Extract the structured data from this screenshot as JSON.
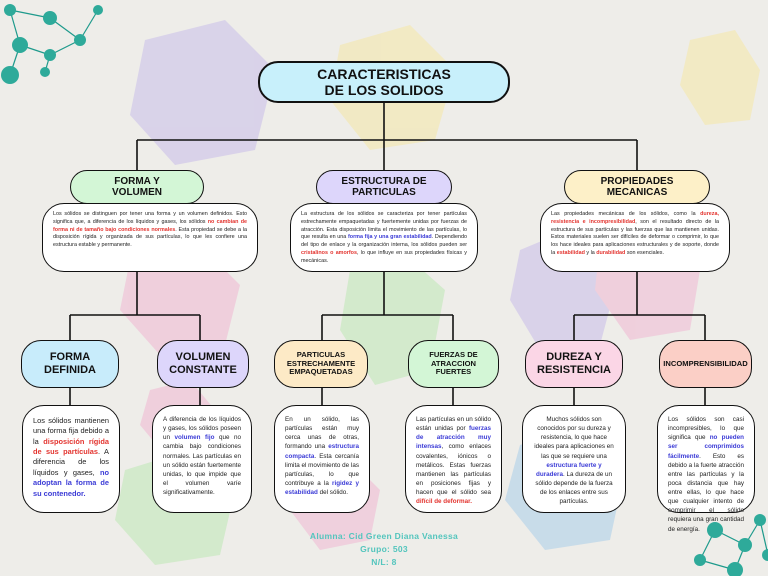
{
  "title": {
    "line1": "CARACTERISTICAS",
    "line2": "DE LOS SOLIDOS"
  },
  "level1": [
    {
      "label_line1": "FORMA Y",
      "label_line2": "VOLUMEN",
      "color": "#d3f6d6",
      "description": [
        {
          "t": "Los sólidos se distinguen por tener una forma y un volumen definidos. Esto significa que, a diferencia de los líquidos y gases, los sólidos "
        },
        {
          "t": "no cambian de forma ni de tamaño bajo condiciones normales",
          "c": "r"
        },
        {
          "t": ". Esta propiedad se debe a la disposición rígida y organizada de sus partículas, lo que les confiere una estructura estable y permanente."
        }
      ]
    },
    {
      "label_line1": "ESTRUCTURA DE",
      "label_line2": "PARTICULAS",
      "color": "#ddd6fb",
      "description": [
        {
          "t": "La estructura de los sólidos se caracteriza por tener partículas estrechamente empaquetadas y fuertemente unidas por fuerzas de atracción. Esta disposición limita el movimiento de las partículas, lo que resulta en una "
        },
        {
          "t": "forma fija y una gran estabilidad",
          "c": "b"
        },
        {
          "t": ". Dependiendo del tipo de enlace y la organización interna, los sólidos pueden ser "
        },
        {
          "t": "cristalinos o amorfos",
          "c": "r"
        },
        {
          "t": ", lo que influye en sus propiedades físicas y mecánicas."
        }
      ]
    },
    {
      "label_line1": "PROPIEDADES",
      "label_line2": "MECANICAS",
      "color": "#fdf0c8",
      "description": [
        {
          "t": "Las propiedades mecánicas de los sólidos, como la "
        },
        {
          "t": "dureza, resistencia e incompresibilidad",
          "c": "r"
        },
        {
          "t": ", son el resultado directo de la estructura de sus partículas y las fuerzas que las mantienen unidas. Estos materiales suelen ser difíciles de deformar o comprimir, lo que los hace ideales para aplicaciones estructurales y de soporte, donde la "
        },
        {
          "t": "estabilidad",
          "c": "r"
        },
        {
          "t": " y la "
        },
        {
          "t": "durabilidad",
          "c": "r"
        },
        {
          "t": " son esenciales."
        }
      ]
    }
  ],
  "level2": [
    {
      "label_line1": "FORMA",
      "label_line2": "DEFINIDA",
      "color": "#c8ecfb",
      "text": [
        {
          "t": "Los sólidos mantienen una forma fija debido a la "
        },
        {
          "t": "disposición rígida de sus partículas",
          "c": "r"
        },
        {
          "t": ". A diferencia de los líquidos y gases, "
        },
        {
          "t": "no adoptan la forma de su contenedor.",
          "c": "b"
        }
      ]
    },
    {
      "label_line1": "VOLUMEN",
      "label_line2": "CONSTANTE",
      "color": "#ddd6fb",
      "text": [
        {
          "t": "A diferencia de los líquidos y gases, los sólidos poseen un "
        },
        {
          "t": "volumen fijo",
          "c": "b"
        },
        {
          "t": " que no cambia bajo condiciones normales. Las partículas en un sólido están fuertemente unidas, lo que impide que el volumen varíe significativamente."
        }
      ]
    },
    {
      "label_line1": "PARTICULAS",
      "label_line2": "ESTRECHAMENTE",
      "label_line3": "EMPAQUETADAS",
      "color": "#fdeac6",
      "text": [
        {
          "t": "En un sólido, las partículas están muy cerca unas de otras, formando una "
        },
        {
          "t": "estructura compacta",
          "c": "b"
        },
        {
          "t": ". Esta cercanía limita el movimiento de las partículas, lo que contribuye a la "
        },
        {
          "t": "rigidez y estabilidad",
          "c": "b"
        },
        {
          "t": " del sólido."
        }
      ]
    },
    {
      "label_line1": "FUERZAS DE",
      "label_line2": "ATRACCION",
      "label_line3": "FUERTES",
      "color": "#d3f6d6",
      "text": [
        {
          "t": "Las partículas en un sólido están unidas por "
        },
        {
          "t": "fuerzas de atracción muy intensas",
          "c": "b"
        },
        {
          "t": ", como enlaces covalentes, iónicos o metálicos. Estas fuerzas mantienen las partículas en posiciones fijas y hacen que el sólido sea "
        },
        {
          "t": "difícil de deformar.",
          "c": "r"
        }
      ]
    },
    {
      "label_line1": "DUREZA Y",
      "label_line2": "RESISTENCIA",
      "color": "#fbd6e6",
      "text": [
        {
          "t": "Muchos sólidos son conocidos por su dureza y resistencia, lo que hace ideales para aplicaciones en las que se requiere una "
        },
        {
          "t": "estructura fuerte y duradera",
          "c": "b"
        },
        {
          "t": ". La dureza de un sólido depende de la fuerza de los enlaces entre sus partículas."
        }
      ]
    },
    {
      "label_line1": "INCOMPRENSIBILIDAD",
      "color": "#fbcfc6",
      "text": [
        {
          "t": "Los sólidos son casi incompresibles, lo que significa que "
        },
        {
          "t": "no pueden ser comprimidos fácilmente",
          "c": "b"
        },
        {
          "t": ". Esto es debido a la fuerte atracción entre las partículas y la poca distancia que hay entre ellas, lo que hace que cualquier intento de comprimir el sólido requiera una gran cantidad de energía."
        }
      ]
    }
  ],
  "footer": {
    "student": "Alumna: Cid Green Diana Vanessa",
    "group": "Grupo: 503",
    "list_number": "N/L: 8"
  },
  "colors": {
    "line": "#111111",
    "footer_text": "#53c5bd",
    "accent_teal": "#2eaa9a",
    "red_text": "#e3342f",
    "blue_text": "#3b3bd6"
  }
}
